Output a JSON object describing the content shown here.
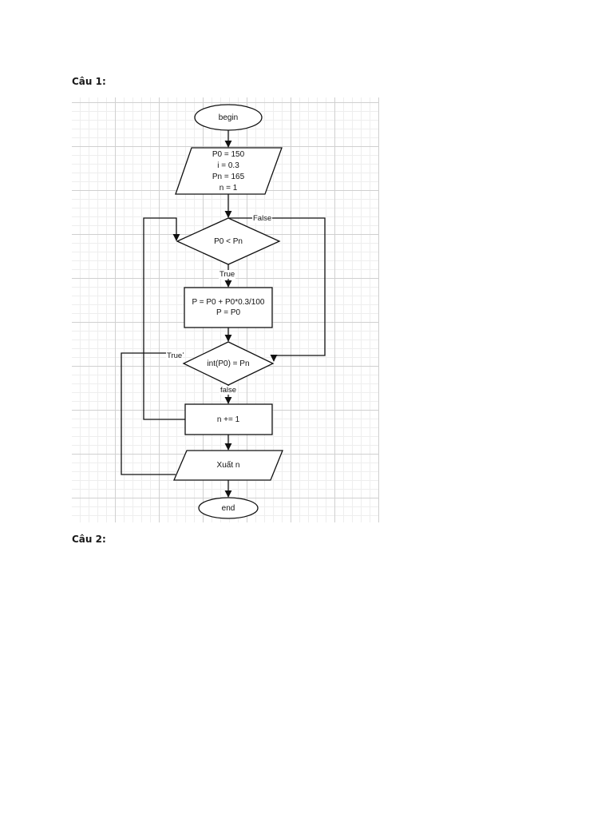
{
  "document": {
    "heading1": "Câu 1:",
    "heading2": "Câu 2:"
  },
  "flowchart": {
    "begin": "begin",
    "input": [
      "P0 = 150",
      "i = 0.3",
      "Pn = 165",
      "n = 1"
    ],
    "decision1": "P0 < Pn",
    "process1": [
      "P = P0 + P0*0.3/100",
      "P = P0"
    ],
    "decision2": "int(P0) = Pn",
    "process2": "n += 1",
    "output": "Xuất n",
    "end": "end",
    "edge_labels": {
      "d1_false": "False",
      "d1_true": "True",
      "d2_true": "True",
      "d2_false": "false"
    }
  }
}
